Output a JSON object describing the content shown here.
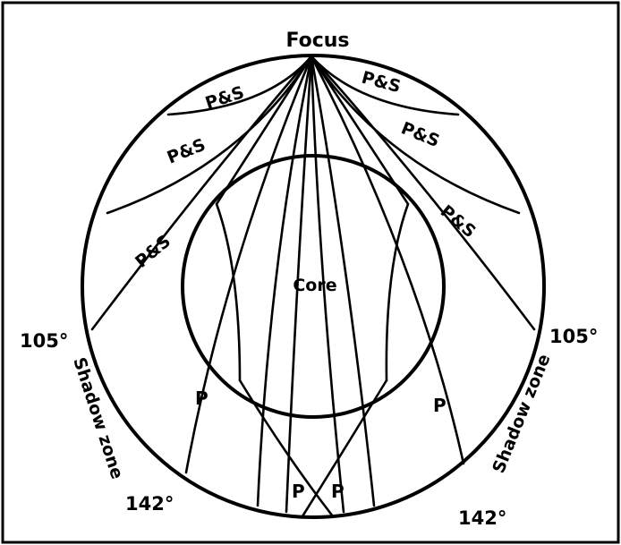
{
  "labels": {
    "focus": "Focus",
    "core": "Core",
    "ps": "P&S",
    "p": "P",
    "angle_105": "105°",
    "angle_142": "142°",
    "shadow_zone": "Shadow zone"
  }
}
